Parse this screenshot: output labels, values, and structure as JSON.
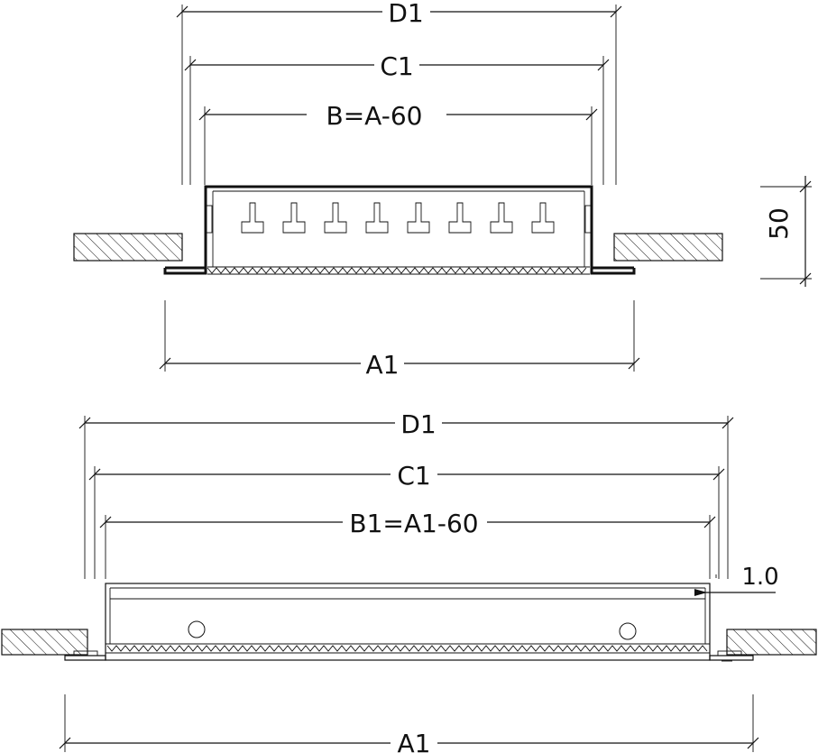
{
  "top_view": {
    "dim_d1": "D1",
    "dim_c1": "C1",
    "dim_b": "B=A-60",
    "dim_a1": "A1",
    "dim_height": "50"
  },
  "bottom_view": {
    "dim_d1": "D1",
    "dim_c1": "C1",
    "dim_b1": "B1=A1-60",
    "dim_a1": "A1",
    "dim_thickness": "1.0"
  }
}
